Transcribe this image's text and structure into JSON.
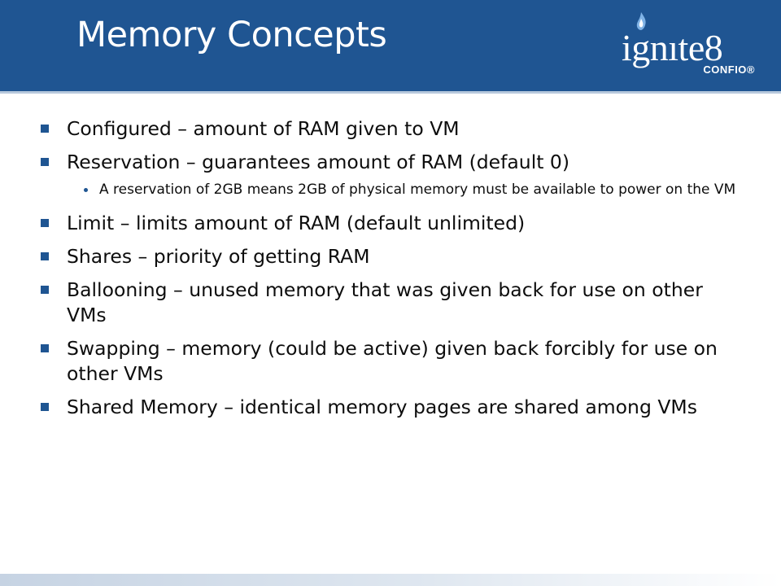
{
  "slide": {
    "title": "Memory Concepts"
  },
  "logo": {
    "main_text": "ignıte8",
    "sub_text": "CONFIO®"
  },
  "bullets": [
    {
      "text": "Configured – amount of RAM given to VM"
    },
    {
      "text": "Reservation – guarantees amount of RAM (default 0)",
      "sub_bullets": [
        "A reservation of 2GB means 2GB of physical memory must be available to power on the VM"
      ]
    },
    {
      "text": "Limit – limits amount of RAM (default unlimited)"
    },
    {
      "text": "Shares – priority of getting RAM"
    },
    {
      "text": "Ballooning – unused memory that was given back for use on other VMs"
    },
    {
      "text": "Swapping – memory (could be active) given back forcibly for use on other VMs"
    },
    {
      "text": "Shared Memory – identical memory pages are shared among VMs"
    }
  ],
  "colors": {
    "header_background": "#1f5592",
    "bullet_marker": "#1f5592",
    "body_text": "#0d0d0d"
  }
}
